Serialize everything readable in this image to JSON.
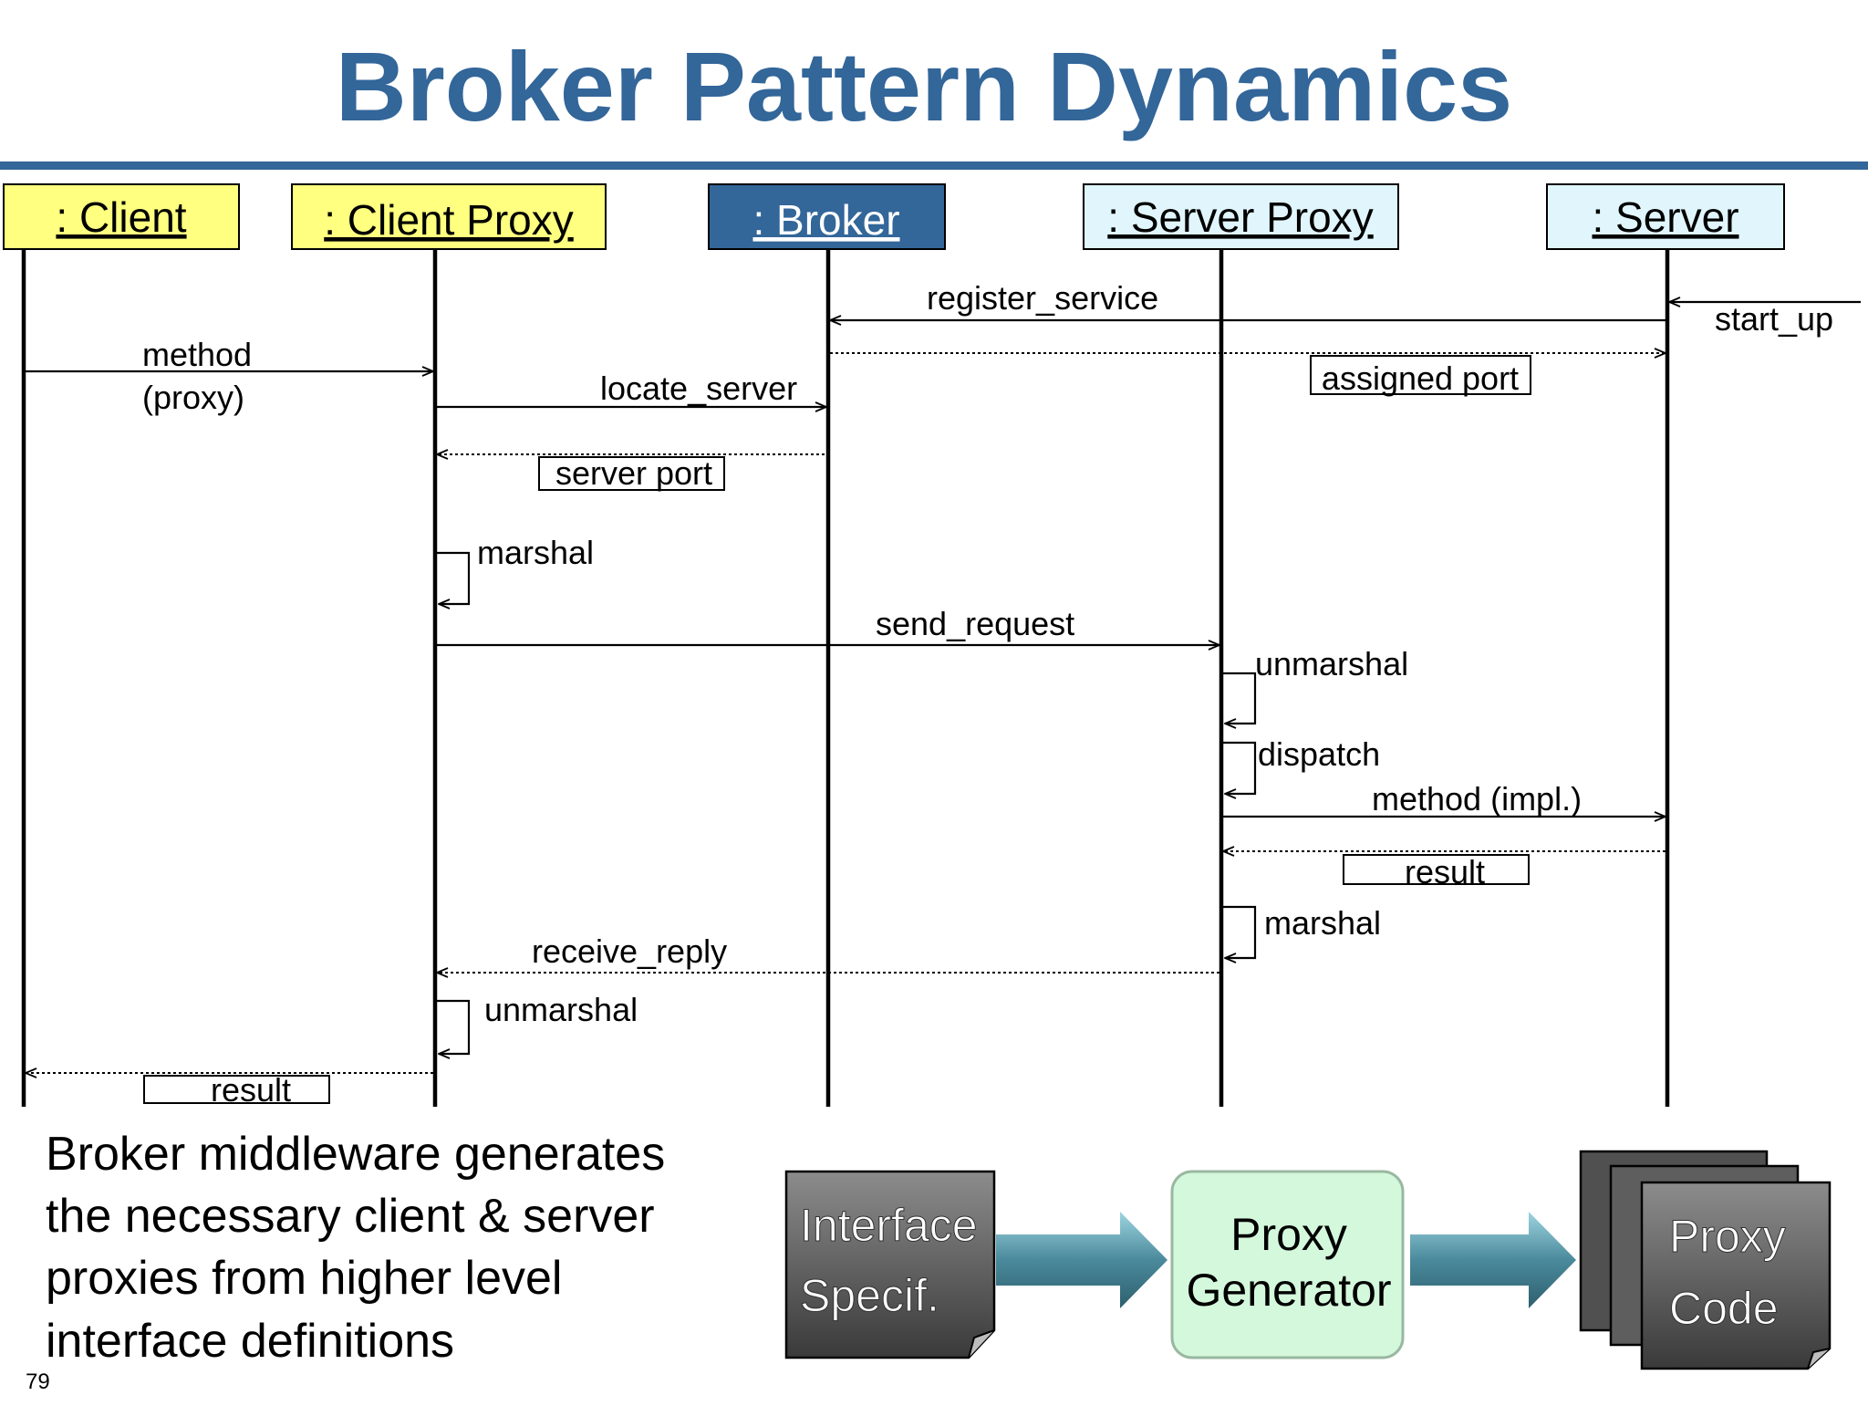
{
  "slide": {
    "title": "Broker Pattern Dynamics",
    "page_number": "79"
  },
  "colors": {
    "title": "#336699",
    "rule": "#336699",
    "client_box": "#ffff80",
    "broker_box": "#336699",
    "server_box": "#e0f6fc",
    "generator_box": "#d4f8dc"
  },
  "participants": [
    {
      "label": ": Client"
    },
    {
      "label": ": Client Proxy"
    },
    {
      "label": ": Broker"
    },
    {
      "label": ": Server Proxy"
    },
    {
      "label": ": Server"
    }
  ],
  "messages": {
    "register_service": "register_service",
    "start_up": "start_up",
    "method_proxy_1": "method",
    "method_proxy_2": "(proxy)",
    "assigned_port": "assigned port",
    "locate_server": "locate_server",
    "server_port": "server port",
    "marshal_client": "marshal",
    "send_request": "send_request",
    "unmarshal_server": "unmarshal",
    "dispatch": "dispatch",
    "method_impl": "method (impl.)",
    "result_server": "result",
    "marshal_server": "marshal",
    "receive_reply": "receive_reply",
    "unmarshal_client": "unmarshal",
    "result_client": "result"
  },
  "description": {
    "lines": [
      "Broker middleware generates",
      "the necessary client & server",
      "proxies from higher level",
      "interface definitions"
    ]
  },
  "pipeline": {
    "interface_spec": [
      "Interface",
      "Specif."
    ],
    "proxy_generator": [
      "Proxy",
      "Generator"
    ],
    "proxy_code": [
      "Proxy",
      "Code"
    ]
  }
}
